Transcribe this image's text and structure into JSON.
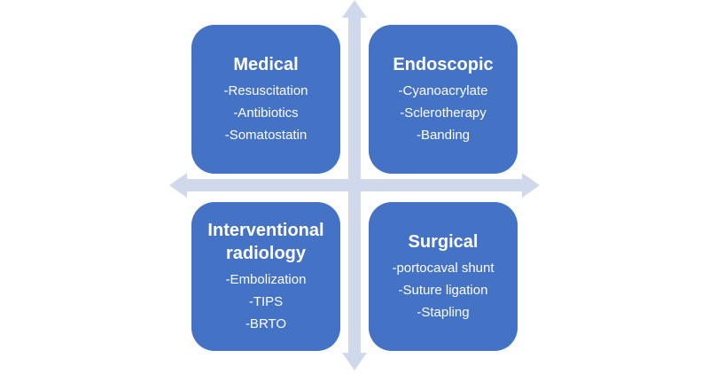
{
  "colors": {
    "box_fill": "#4472C4",
    "arrow_fill": "#D0D8EC",
    "text": "#FFFFFF"
  },
  "quadrants": {
    "medical": {
      "title": "Medical",
      "items": [
        "-Resuscitation",
        "-Antibiotics",
        "-Somatostatin"
      ]
    },
    "endoscopic": {
      "title": "Endoscopic",
      "items": [
        "-Cyanoacrylate",
        "-Sclerotherapy",
        "-Banding"
      ]
    },
    "interventional_radiology": {
      "title_line1": "Interventional",
      "title_line2": "radiology",
      "items": [
        "-Embolization",
        "-TIPS",
        "-BRTO"
      ]
    },
    "surgical": {
      "title": "Surgical",
      "items": [
        "-portocaval shunt",
        "-Suture ligation",
        "-Stapling"
      ]
    }
  }
}
